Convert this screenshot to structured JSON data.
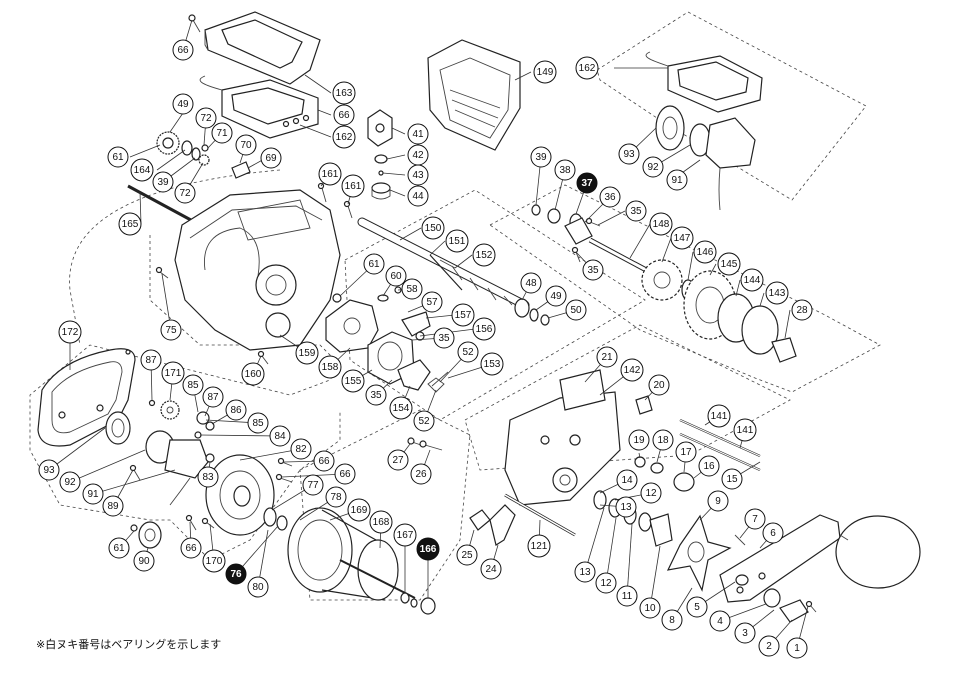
{
  "footnote": "※白ヌキ番号はベアリングを示します",
  "callouts": [
    {
      "label": "66"
    },
    {
      "label": "163"
    },
    {
      "label": "66"
    },
    {
      "label": "162"
    },
    {
      "label": "149"
    },
    {
      "label": "162"
    },
    {
      "label": "49"
    },
    {
      "label": "72"
    },
    {
      "label": "71"
    },
    {
      "label": "70"
    },
    {
      "label": "69"
    },
    {
      "label": "61"
    },
    {
      "label": "164"
    },
    {
      "label": "39"
    },
    {
      "label": "72"
    },
    {
      "label": "41"
    },
    {
      "label": "42"
    },
    {
      "label": "43"
    },
    {
      "label": "44"
    },
    {
      "label": "161"
    },
    {
      "label": "161"
    },
    {
      "label": "165"
    },
    {
      "label": "150"
    },
    {
      "label": "151"
    },
    {
      "label": "152"
    },
    {
      "label": "39"
    },
    {
      "label": "38"
    },
    {
      "label": "37",
      "bearing": true
    },
    {
      "label": "36"
    },
    {
      "label": "35"
    },
    {
      "label": "148"
    },
    {
      "label": "147"
    },
    {
      "label": "146"
    },
    {
      "label": "145"
    },
    {
      "label": "144"
    },
    {
      "label": "143"
    },
    {
      "label": "28"
    },
    {
      "label": "35"
    },
    {
      "label": "93"
    },
    {
      "label": "92"
    },
    {
      "label": "91"
    },
    {
      "label": "61"
    },
    {
      "label": "60"
    },
    {
      "label": "58"
    },
    {
      "label": "57"
    },
    {
      "label": "157"
    },
    {
      "label": "156"
    },
    {
      "label": "48"
    },
    {
      "label": "49"
    },
    {
      "label": "50"
    },
    {
      "label": "75"
    },
    {
      "label": "172"
    },
    {
      "label": "35"
    },
    {
      "label": "52"
    },
    {
      "label": "159"
    },
    {
      "label": "158"
    },
    {
      "label": "155"
    },
    {
      "label": "153"
    },
    {
      "label": "160"
    },
    {
      "label": "35"
    },
    {
      "label": "154"
    },
    {
      "label": "52"
    },
    {
      "label": "87"
    },
    {
      "label": "171"
    },
    {
      "label": "85"
    },
    {
      "label": "87"
    },
    {
      "label": "86"
    },
    {
      "label": "85"
    },
    {
      "label": "84"
    },
    {
      "label": "82"
    },
    {
      "label": "66"
    },
    {
      "label": "66"
    },
    {
      "label": "93"
    },
    {
      "label": "83"
    },
    {
      "label": "92"
    },
    {
      "label": "91"
    },
    {
      "label": "89"
    },
    {
      "label": "77"
    },
    {
      "label": "78"
    },
    {
      "label": "169"
    },
    {
      "label": "168"
    },
    {
      "label": "167"
    },
    {
      "label": "166",
      "bearing": true
    },
    {
      "label": "61"
    },
    {
      "label": "66"
    },
    {
      "label": "90"
    },
    {
      "label": "170"
    },
    {
      "label": "76",
      "bearing": true
    },
    {
      "label": "80"
    },
    {
      "label": "21"
    },
    {
      "label": "142"
    },
    {
      "label": "20"
    },
    {
      "label": "27"
    },
    {
      "label": "26"
    },
    {
      "label": "141"
    },
    {
      "label": "141"
    },
    {
      "label": "18"
    },
    {
      "label": "17"
    },
    {
      "label": "16"
    },
    {
      "label": "19"
    },
    {
      "label": "15"
    },
    {
      "label": "14"
    },
    {
      "label": "12"
    },
    {
      "label": "9"
    },
    {
      "label": "13"
    },
    {
      "label": "7"
    },
    {
      "label": "6"
    },
    {
      "label": "25"
    },
    {
      "label": "24"
    },
    {
      "label": "121"
    },
    {
      "label": "13"
    },
    {
      "label": "12"
    },
    {
      "label": "11"
    },
    {
      "label": "10"
    },
    {
      "label": "8"
    },
    {
      "label": "5"
    },
    {
      "label": "4"
    },
    {
      "label": "3"
    },
    {
      "label": "2"
    },
    {
      "label": "1"
    }
  ]
}
